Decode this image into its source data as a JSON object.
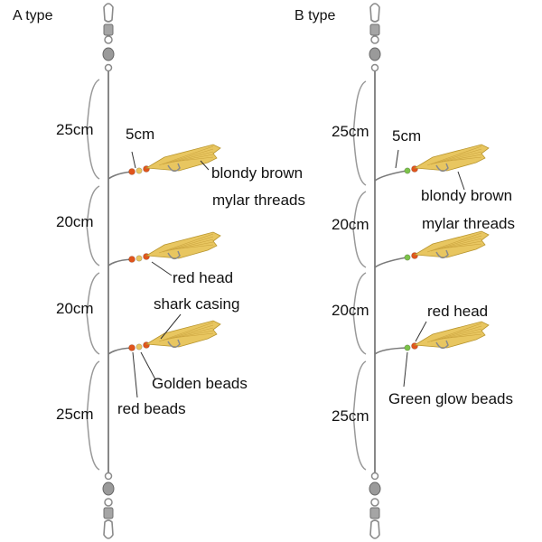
{
  "panels": [
    {
      "title": "A type",
      "segments": [
        "25cm",
        "20cm",
        "20cm",
        "25cm"
      ],
      "leader_length": "5cm",
      "labels": {
        "blondy_brown": "blondy brown",
        "mylar_threads": "mylar threads",
        "red_head": "red head",
        "shark_casing": "shark casing",
        "golden_beads": "Golden beads",
        "red_beads": "red beads"
      }
    },
    {
      "title": "B type",
      "segments": [
        "25cm",
        "20cm",
        "20cm",
        "25cm"
      ],
      "leader_length": "5cm",
      "labels": {
        "blondy_brown": "blondy brown",
        "mylar_threads": "mylar threads",
        "red_head": "red head",
        "green_glow_beads": "Green glow beads"
      }
    }
  ],
  "colors": {
    "line": "#7a7a7a",
    "feather": "#e8c660",
    "feather_stroke": "#b8952e",
    "red_bead": "#e0541c",
    "green_bead": "#7cc24a",
    "golden_bead": "#e8c660",
    "hardware": "#8a8a8a"
  }
}
